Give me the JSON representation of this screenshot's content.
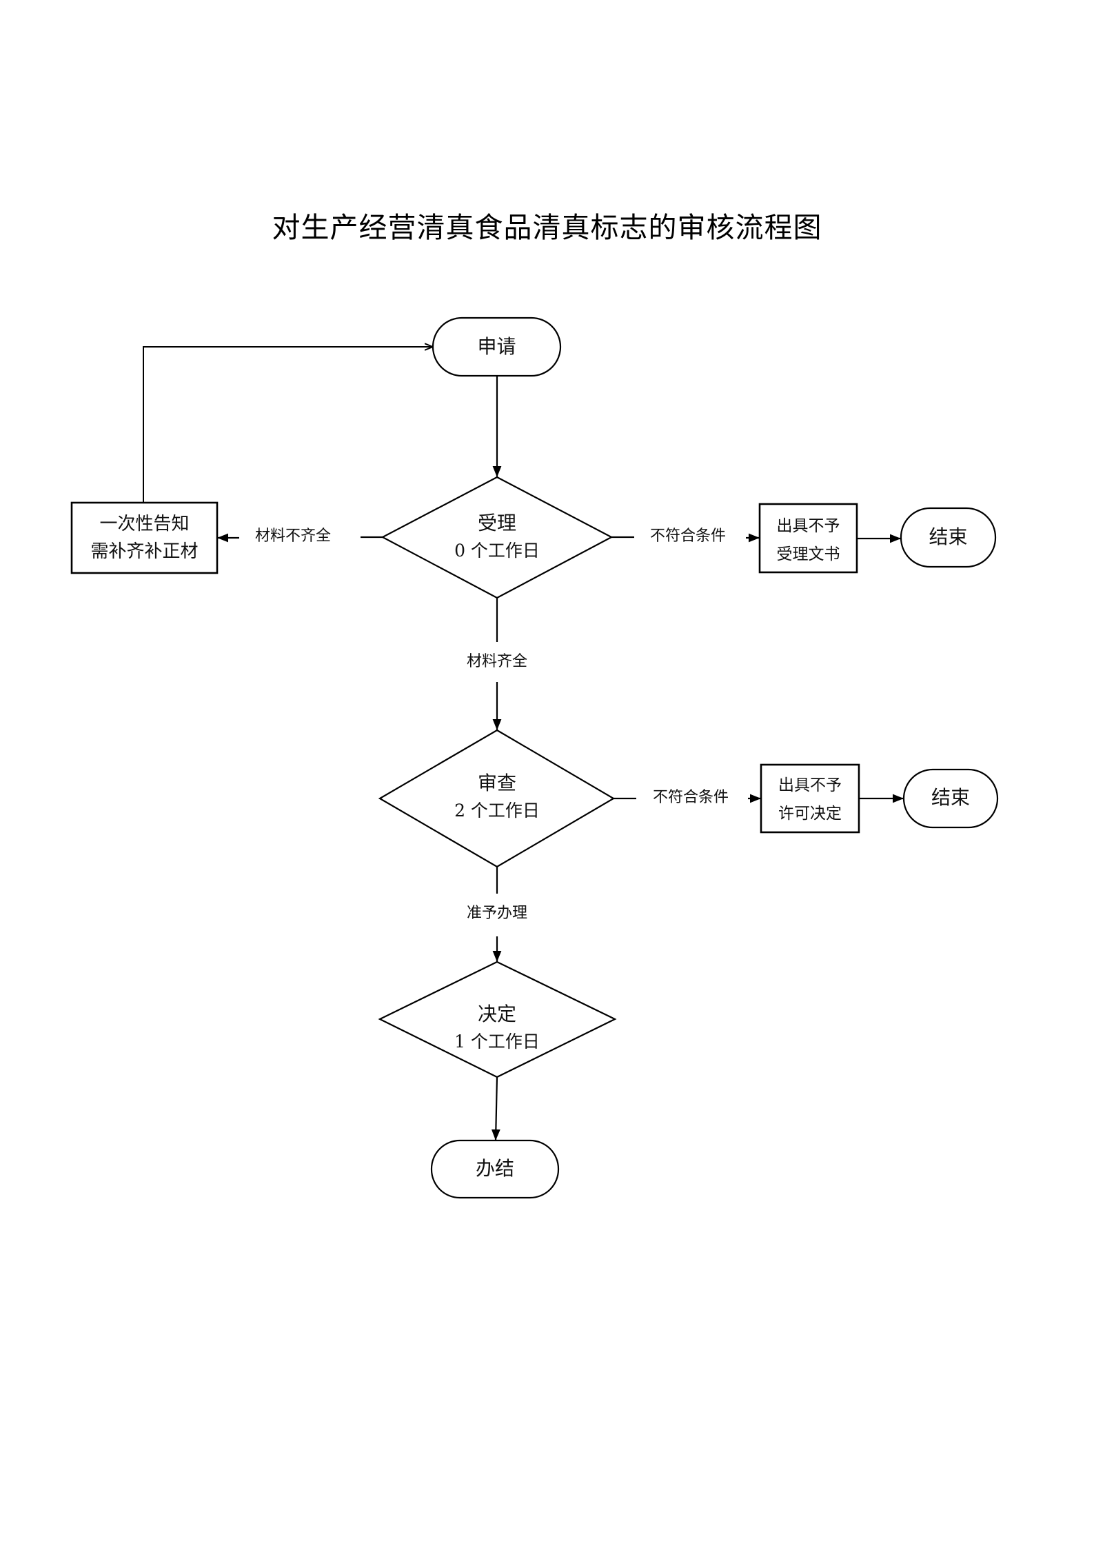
{
  "title": "对生产经营清真食品清真标志的审核流程图",
  "nodes": {
    "apply": {
      "label": "申请"
    },
    "accept": {
      "label": "受理",
      "duration": "0 个工作日"
    },
    "review": {
      "label": "审查",
      "duration": "2 个工作日"
    },
    "decide": {
      "label": "决定",
      "duration": "1 个工作日"
    },
    "complete": {
      "label": "办结"
    },
    "notify_supplement": {
      "line1": "一次性告知",
      "line2": "需补齐补正材"
    },
    "reject_accept_doc": {
      "line1": "出具不予",
      "line2": "受理文书"
    },
    "reject_permit": {
      "line1": "出具不予",
      "line2": "许可决定"
    },
    "end_1": {
      "label": "结束"
    },
    "end_2": {
      "label": "结束"
    }
  },
  "edges": {
    "incomplete_materials": "材料不齐全",
    "not_qualified_1": "不符合条件",
    "complete_materials": "材料齐全",
    "not_qualified_2": "不符合条件",
    "approve": "准予办理"
  }
}
